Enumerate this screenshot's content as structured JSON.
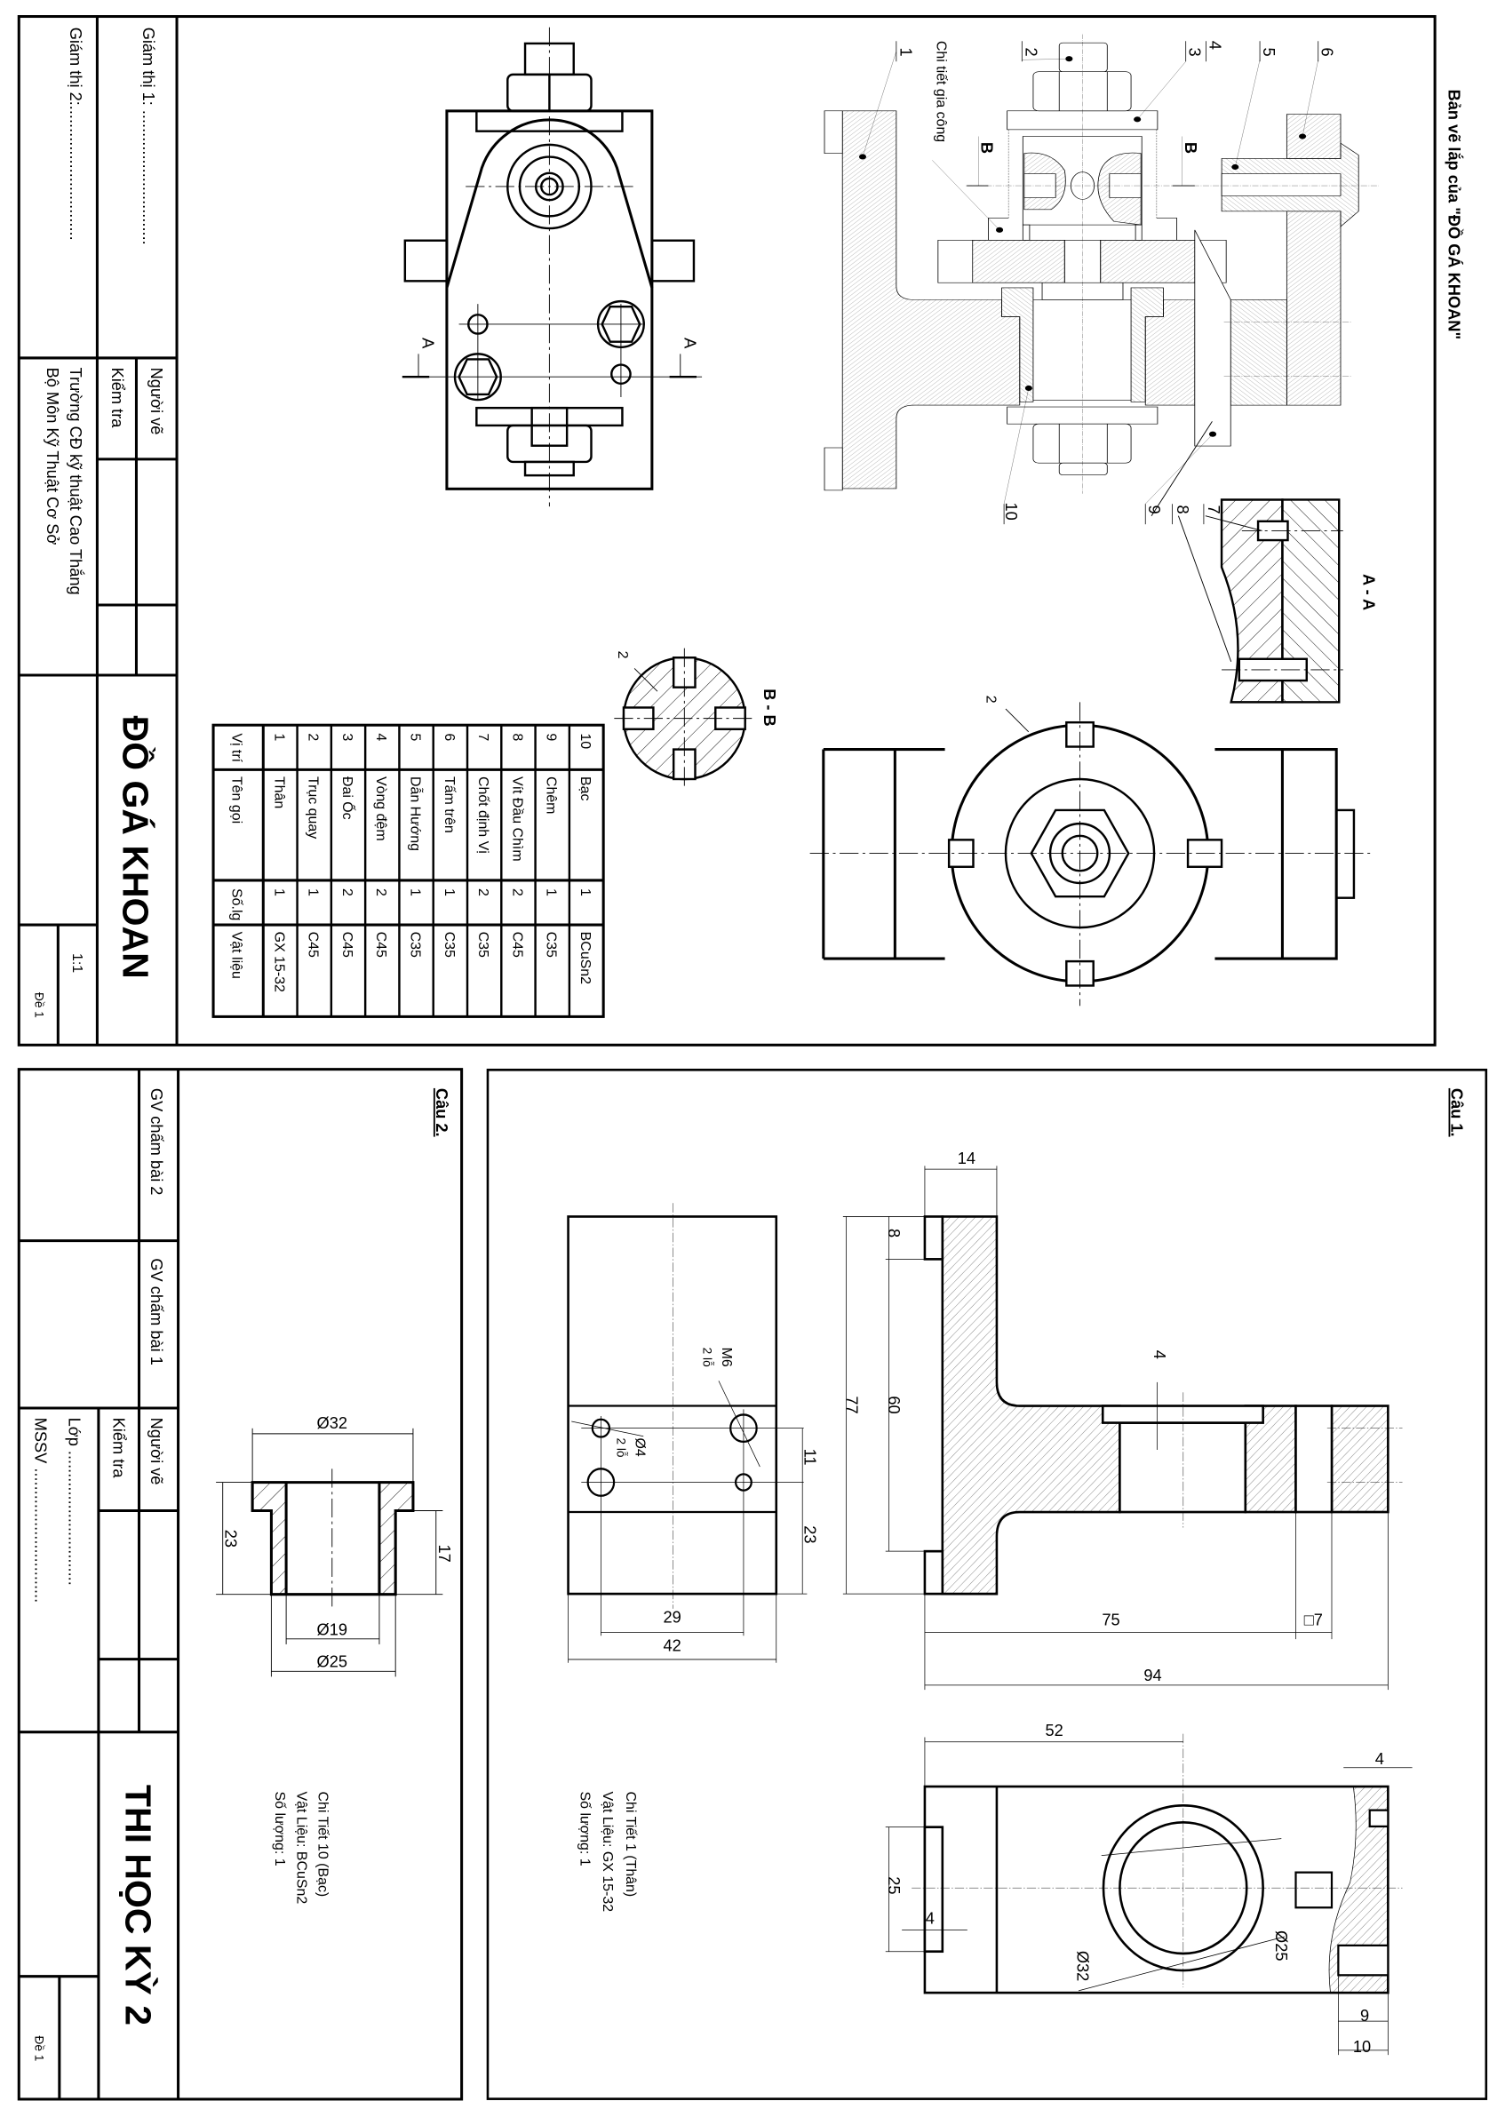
{
  "assembly_sheet": {
    "title": "Bản vẽ lắp của \"ĐỒ GÁ KHOAN\"",
    "part_labels": [
      "1",
      "2",
      "3",
      "4",
      "5",
      "6",
      "7",
      "8",
      "9",
      "10"
    ],
    "workpiece_label": "Chi tiết gia công",
    "section_mark_b": "B",
    "section_mark_a": "A",
    "section_title_aa": "A - A",
    "section_title_bb": "B - B",
    "weld_mark": "2",
    "parts_table": {
      "headers": [
        "Vị trí",
        "Tên gọi",
        "Số.lg",
        "Vật liệu"
      ],
      "rows": [
        {
          "pos": "1",
          "name": "Thân",
          "qty": "1",
          "material": "GX 15-32"
        },
        {
          "pos": "2",
          "name": "Trục quay",
          "qty": "1",
          "material": "C45"
        },
        {
          "pos": "3",
          "name": "Đai Ốc",
          "qty": "2",
          "material": "C45"
        },
        {
          "pos": "4",
          "name": "Vòng đệm",
          "qty": "2",
          "material": "C45"
        },
        {
          "pos": "5",
          "name": "Dẫn Hướng",
          "qty": "1",
          "material": "C35"
        },
        {
          "pos": "6",
          "name": "Tấm trên",
          "qty": "1",
          "material": "C35"
        },
        {
          "pos": "7",
          "name": "Chốt định Vị",
          "qty": "2",
          "material": "C35"
        },
        {
          "pos": "8",
          "name": "Vít Đầu Chìm",
          "qty": "2",
          "material": "C45"
        },
        {
          "pos": "9",
          "name": "Chêm",
          "qty": "1",
          "material": "C35"
        },
        {
          "pos": "10",
          "name": "Bạc",
          "qty": "1",
          "material": "BCuSn2"
        }
      ]
    },
    "title_block": {
      "supervisor1": "Giám thị 1: ..............................",
      "supervisor2": "Giám thị 2:..............................",
      "drawn_by": "Người vẽ",
      "checked_by": "Kiểm tra",
      "school": "Trường CĐ kỹ thuật Cao Thắng",
      "department": "Bộ Môn Kỹ Thuật Cơ Sở",
      "drawing_title": "ĐỒ GÁ KHOAN",
      "scale": "1:1",
      "exam_code": "Đề 1"
    }
  },
  "question2": {
    "label": "Câu 2.",
    "dimensions": {
      "d_outer": "Ø32",
      "d_bore": "Ø19",
      "d_body": "Ø25",
      "h_total": "23",
      "h_body": "17"
    },
    "notes": [
      "Chi Tiết 10 (Bạc)",
      "Vật Liệu: BCuSn2",
      "Số lượng: 1"
    ],
    "title_block": {
      "grader2": "GV chấm bài 2",
      "grader1": "GV chấm bài 1",
      "drawn_by": "Người vẽ",
      "checked_by": "Kiểm tra",
      "class": "Lớp ..............................",
      "student_id": "MSSV ..............................",
      "exam_title": "THI HỌC KỲ 2",
      "exam_code": "Đề 1"
    }
  },
  "question1": {
    "label": "Câu 1.",
    "dimensions": {
      "d14": "14",
      "d8": "8",
      "d77": "77",
      "d60": "60",
      "d4a": "4",
      "d75": "75",
      "d7": "□7",
      "d94": "94",
      "d29": "29",
      "d42": "42",
      "d11": "11",
      "d23": "23",
      "m6": "M6",
      "m6_count": "2 lỗ",
      "phi4": "Ø4",
      "phi4_count": "2 lỗ",
      "d52": "52",
      "d25": "25",
      "d4b": "4",
      "phi25": "Ø25",
      "phi32": "Ø32",
      "d4c": "4",
      "d9": "9",
      "d10": "10"
    },
    "notes": [
      "Chi Tiết 1 (Thân)",
      "Vật Liệu: GX 15-32",
      "Số lượng: 1"
    ]
  }
}
